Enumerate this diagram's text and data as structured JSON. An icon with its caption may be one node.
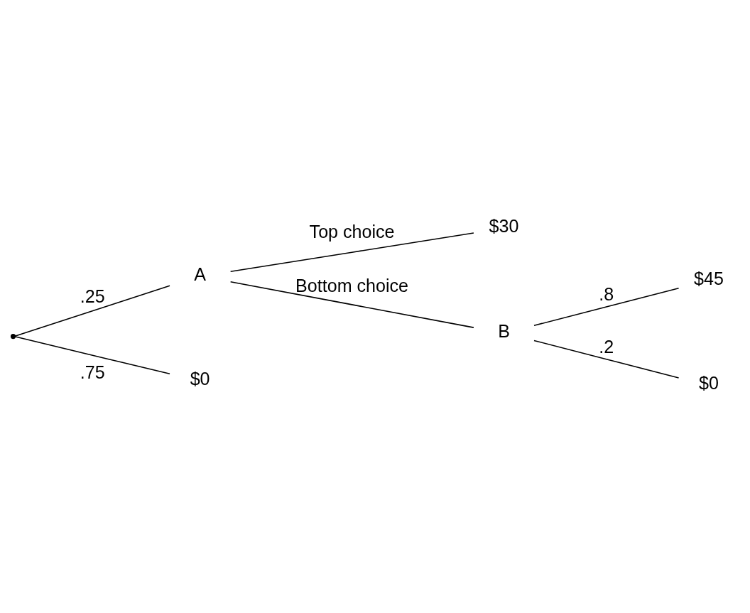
{
  "diagram": {
    "nodes": [
      {
        "text": [],
        "shape": "point"
      },
      {
        "text": [
          "A"
        ]
      },
      {
        "text": [
          "$0"
        ]
      },
      {
        "text": [
          "$30"
        ]
      },
      {
        "text": [
          "B"
        ]
      },
      {
        "text": [
          "$45"
        ]
      },
      {
        "text": [
          "$0"
        ]
      }
    ],
    "edges": [
      {
        "from": 0,
        "to": 1,
        "arrow": "none",
        "label": ".25"
      },
      {
        "from": 0,
        "to": 2,
        "arrow": "none",
        "label": ".75"
      },
      {
        "from": 1,
        "to": 3,
        "arrow": "none",
        "label": "Top choice"
      },
      {
        "from": 1,
        "to": 4,
        "arrow": "none",
        "label": "Bottom choice"
      },
      {
        "from": 4,
        "to": 5,
        "arrow": "none",
        "label": ".8"
      },
      {
        "from": 4,
        "to": 6,
        "arrow": "none",
        "label": ".2"
      }
    ]
  }
}
